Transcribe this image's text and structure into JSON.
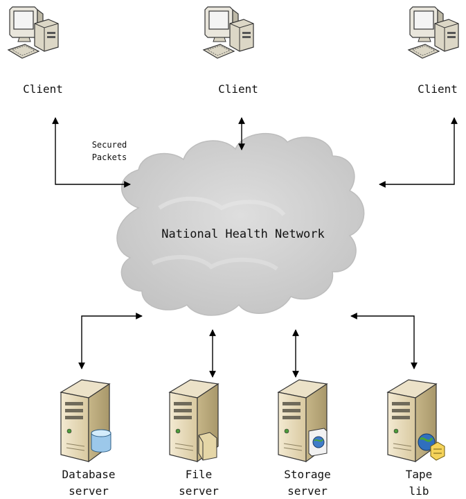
{
  "diagram": {
    "network_label": "National Health Network",
    "edge_label_lines": [
      "Secured",
      "Packets"
    ],
    "clients": [
      {
        "label": "Client",
        "icon": "desktop-computer-icon"
      },
      {
        "label": "Client",
        "icon": "desktop-computer-icon"
      },
      {
        "label": "Client",
        "icon": "desktop-computer-icon"
      }
    ],
    "servers": [
      {
        "label_lines": [
          "Database",
          "server"
        ],
        "icon": "database-server-icon"
      },
      {
        "label_lines": [
          "File",
          "server"
        ],
        "icon": "file-server-icon"
      },
      {
        "label_lines": [
          "Storage",
          "server"
        ],
        "icon": "storage-server-icon"
      },
      {
        "label_lines": [
          "Tape",
          "lib"
        ],
        "icon": "tape-library-icon"
      }
    ],
    "colors": {
      "cloud": "#cfcfcf",
      "arrow": "#000000",
      "server_body": "#e8dcbf",
      "monitor_screen": "#f4f4f4"
    }
  }
}
